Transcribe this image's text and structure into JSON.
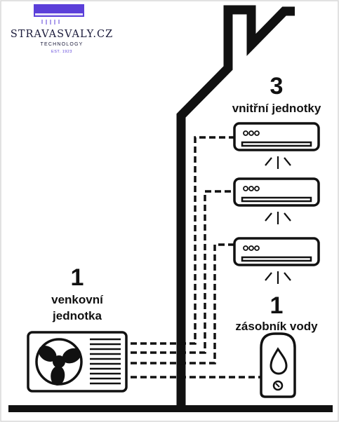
{
  "logo": {
    "brand": "STRAVASVALY.CZ",
    "sub": "TECHNOLOGY",
    "est": "EST. 1923",
    "colors": {
      "bar": "#5b3fd9",
      "brand": "#1a1a3a",
      "est": "#5b3fd9"
    }
  },
  "outdoor": {
    "count": "1",
    "line1": "venkovní",
    "line2": "jednotka"
  },
  "indoor": {
    "count": "3",
    "label": "vnitřní jednotky",
    "units": 3
  },
  "tank": {
    "count": "1",
    "label": "zásobník vody"
  },
  "colors": {
    "ink": "#111111",
    "frame": "#dddddd"
  }
}
